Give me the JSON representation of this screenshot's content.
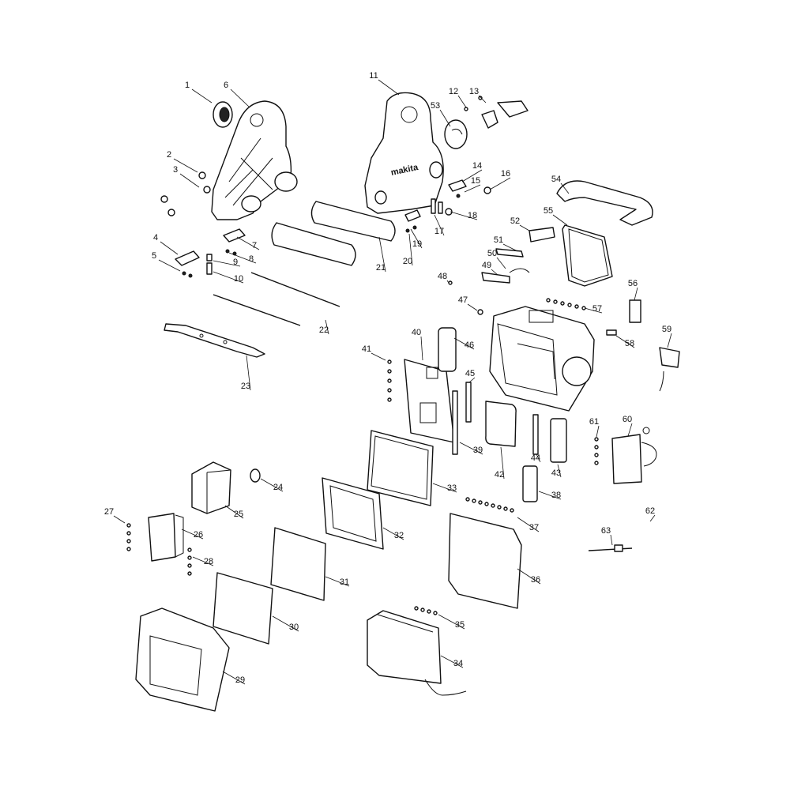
{
  "callouts": [
    "1",
    "2",
    "3",
    "4",
    "5",
    "6",
    "7",
    "8",
    "9",
    "10",
    "11",
    "12",
    "13",
    "14",
    "15",
    "16",
    "17",
    "18",
    "19",
    "20",
    "21",
    "22",
    "23",
    "24",
    "25",
    "26",
    "27",
    "28",
    "29",
    "30",
    "31",
    "32",
    "33",
    "34",
    "35",
    "36",
    "37",
    "38",
    "39",
    "40",
    "41",
    "42",
    "43",
    "44",
    "45",
    "46",
    "47",
    "48",
    "49",
    "50",
    "51",
    "52",
    "53",
    "54",
    "55",
    "56",
    "57",
    "58",
    "59",
    "60",
    "61",
    "62",
    "63"
  ],
  "logo_text": "makita"
}
